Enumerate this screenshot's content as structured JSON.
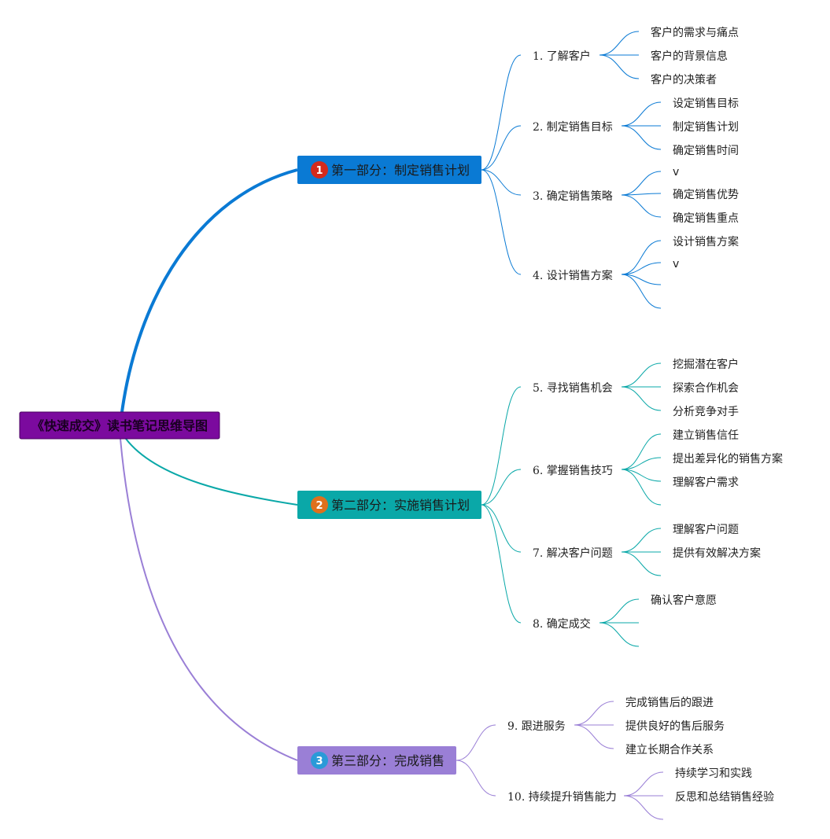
{
  "root": {
    "label": "《快速成交》读书笔记思维导图",
    "color": "#7B0A9E"
  },
  "parts": [
    {
      "label": "第一部分：制定销售计划",
      "badge": "1",
      "color": "#0A7AD4",
      "badge_color": "#D42A1C",
      "topics": [
        {
          "label": "1. 了解客户",
          "children": [
            "客户的需求与痛点",
            "客户的背景信息",
            "客户的决策者"
          ]
        },
        {
          "label": "2. 制定销售目标",
          "children": [
            "设定销售目标",
            "制定销售计划",
            "确定销售时间"
          ]
        },
        {
          "label": "3. 确定销售策略",
          "children": [
            "v",
            "确定销售优势",
            "确定销售重点"
          ]
        },
        {
          "label": "4. 设计销售方案",
          "children": [
            "设计销售方案",
            "v",
            "",
            ""
          ]
        }
      ]
    },
    {
      "label": "第二部分：实施销售计划",
      "badge": "2",
      "color": "#0AA8A8",
      "badge_color": "#E0701C",
      "topics": [
        {
          "label": "5. 寻找销售机会",
          "children": [
            "挖掘潜在客户",
            "探索合作机会",
            "分析竞争对手"
          ]
        },
        {
          "label": "6. 掌握销售技巧",
          "children": [
            "建立销售信任",
            "提出差异化的销售方案",
            "理解客户需求",
            ""
          ]
        },
        {
          "label": "7. 解决客户问题",
          "children": [
            "理解客户问题",
            "提供有效解决方案",
            ""
          ]
        },
        {
          "label": "8. 确定成交",
          "children": [
            "确认客户意愿",
            "",
            ""
          ]
        }
      ]
    },
    {
      "label": "第三部分：完成销售",
      "badge": "3",
      "color": "#9A7FD6",
      "badge_color": "#2A9AD8",
      "topics": [
        {
          "label": "9. 跟进服务",
          "children": [
            "完成销售后的跟进",
            "提供良好的售后服务",
            "建立长期合作关系"
          ]
        },
        {
          "label": "10. 持续提升销售能力",
          "children": [
            "持续学习和实践",
            "反思和总结销售经验",
            ""
          ]
        }
      ]
    }
  ]
}
